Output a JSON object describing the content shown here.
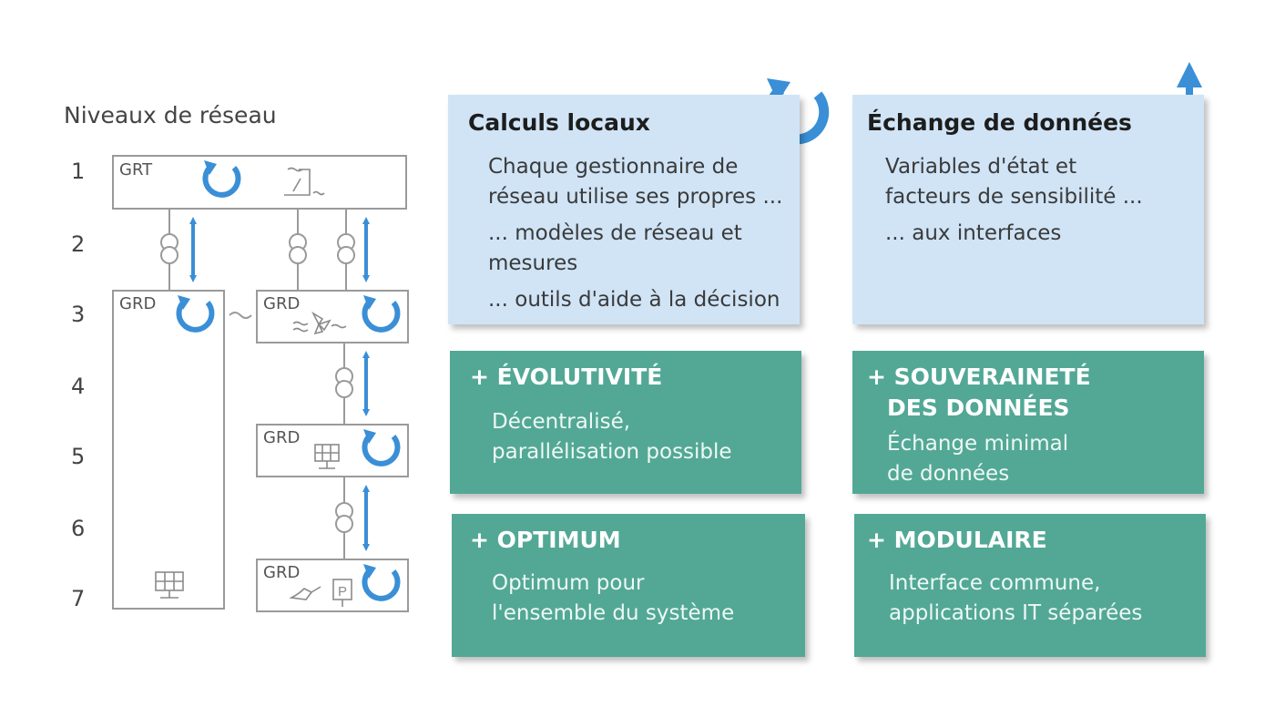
{
  "network": {
    "heading": "Niveaux de réseau",
    "levels": [
      "1",
      "2",
      "3",
      "4",
      "5",
      "6",
      "7"
    ],
    "boxes": {
      "grt": "GRT",
      "grd_left": "GRD",
      "grd_1": "GRD",
      "grd_2": "GRD",
      "grd_3": "GRD"
    }
  },
  "cards": {
    "local": {
      "title": "Calculs locaux",
      "lines": [
        "Chaque gestionnaire de",
        "réseau utilise ses propres ...",
        "... modèles de réseau et",
        "mesures",
        "... outils d'aide à la décision"
      ]
    },
    "exchange": {
      "title": "Échange de données",
      "lines": [
        "Variables d'état et",
        "facteurs de sensibilité ...",
        "... aux interfaces"
      ]
    },
    "scalability": {
      "title_lines": [
        "+ ÉVOLUTIVITÉ"
      ],
      "lines": [
        "Décentralisé,",
        "parallélisation possible"
      ]
    },
    "sovereignty": {
      "title_lines": [
        "+ SOUVERAINETÉ",
        "DES DONNÉES"
      ],
      "lines": [
        "Échange minimal",
        "de données"
      ]
    },
    "optimum": {
      "title_lines": [
        "+ OPTIMUM"
      ],
      "lines": [
        "Optimum pour",
        "l'ensemble du système"
      ]
    },
    "modular": {
      "title_lines": [
        "+ MODULAIRE"
      ],
      "lines": [
        "Interface commune,",
        "applications IT séparées"
      ]
    }
  },
  "colors": {
    "accent_blue": "#3a8fd6",
    "card_blue": "#d0e4f6",
    "card_green": "#52a895",
    "box_stroke": "#9a9a9a"
  },
  "icons": [
    "refresh-cycle-icon",
    "double-arrow-icon",
    "transformer-icon",
    "hydro-dam-icon",
    "wind-turbine-icon",
    "solar-panel-icon",
    "ev-charging-icon"
  ]
}
